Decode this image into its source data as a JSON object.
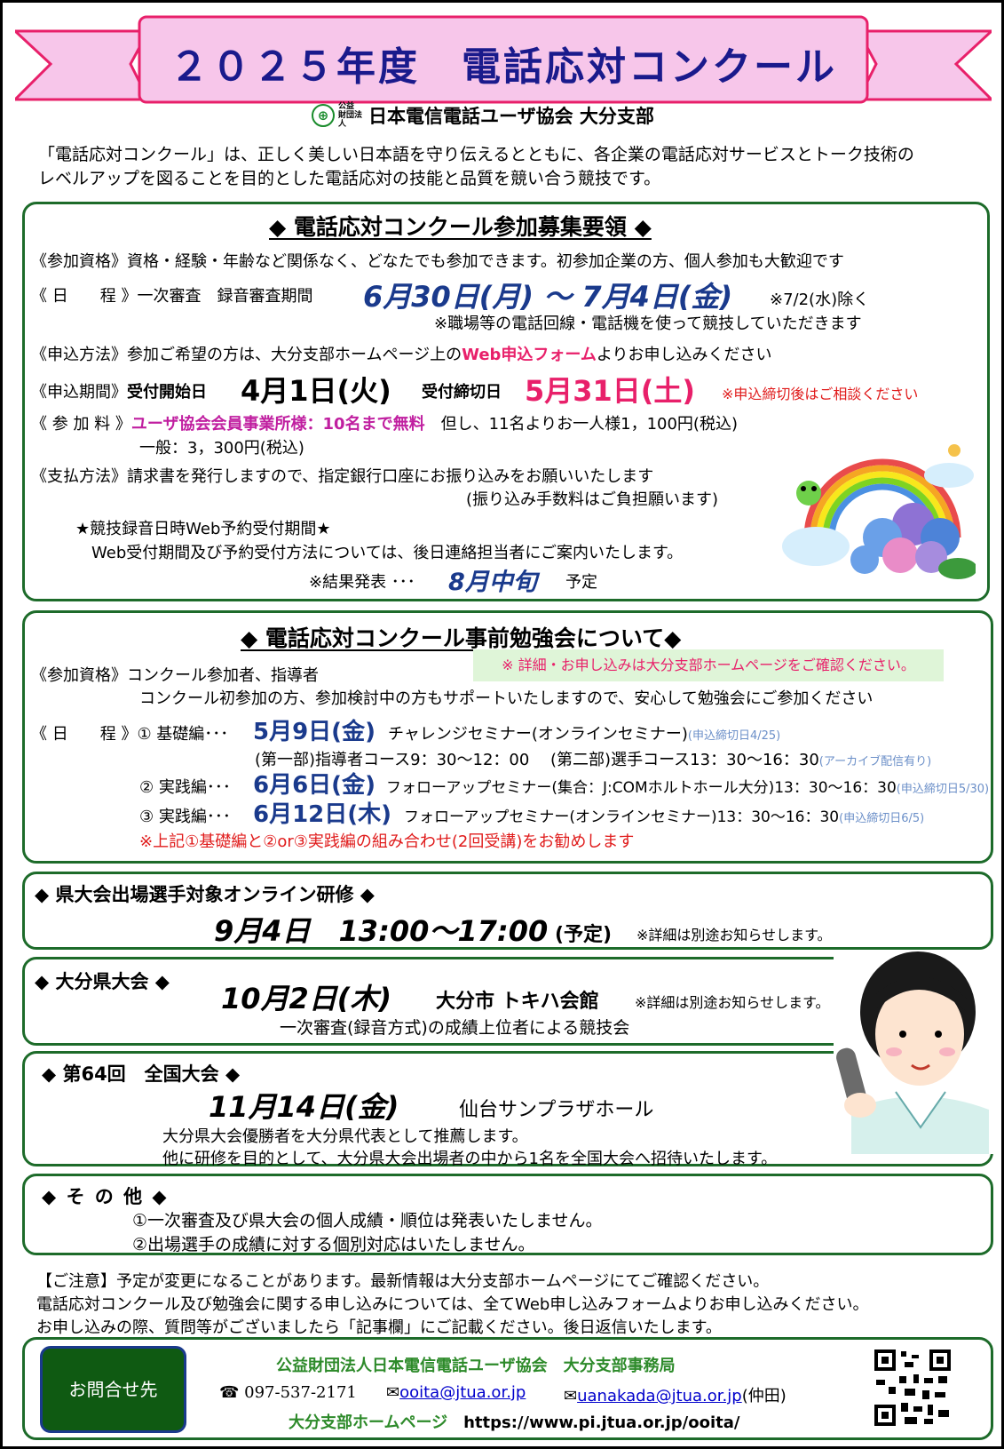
{
  "header": {
    "title": "２０２５年度　電話応対コンクール",
    "org_prefix_top": "公益",
    "org_prefix_bottom": "財団法人",
    "org_name": "日本電信電話ユーザ協会 大分支部"
  },
  "intro": {
    "line1": "「電話応対コンクール」は、正しく美しい日本語を守り伝えるとともに、各企業の電話応対サービスとトーク技術の",
    "line2": "レベルアップを図ることを目的とした電話応対の技能と品質を競い合う競技です。"
  },
  "recruit": {
    "title": "◆ 電話応対コンクール参加募集要領 ◆",
    "eligibility_label": "《参加資格》",
    "eligibility_text": "資格・経験・年齢など関係なく、どなたでも参加できます。初参加企業の方、個人参加も大歓迎です",
    "schedule_label": "《 日　　程 》",
    "schedule_text": "一次審査　録音審査期間",
    "schedule_dates": "6月30日(月) ～ 7月4日(金)",
    "schedule_except": "※7/2(水)除く",
    "schedule_note": "※職場等の電話回線・電話機を使って競技していただきます",
    "method_label": "《申込方法》",
    "method_pre": "参加ご希望の方は、大分支部ホームページ上の",
    "method_link": "Web申込フォーム",
    "method_post": "よりお申し込みください",
    "period_label": "《申込期間》",
    "period_start_label": "受付開始日",
    "period_start": "4月1日(火)",
    "period_end_label": "受付締切日",
    "period_end": "5月31日(土)",
    "period_note": "※申込締切後はご相談ください",
    "fee_label": "《 参 加 料 》",
    "fee_member": "ユーザ協会会員事業所様：10名まで無料",
    "fee_member_extra": "但し、11名よりお一人様1，100円(税込)",
    "fee_general": "一般：3，300円(税込)",
    "payment_label": "《支払方法》",
    "payment_text": "請求書を発行しますので、指定銀行口座にお振り込みをお願いいたします",
    "payment_note": "(振り込み手数料はご負担願います)",
    "reserve_title": "★競技録音日時Web予約受付期間★",
    "reserve_text": "Web受付期間及び予約受付方法については、後日連絡担当者にご案内いたします。",
    "result_label": "※結果発表 ･･･",
    "result_date": "8月中旬",
    "result_suffix": "予定"
  },
  "study": {
    "title": "◆ 電話応対コンクール事前勉強会について◆",
    "notice": "※ 詳細・お申し込みは大分支部ホームページをご確認ください。",
    "eligibility_label": "《参加資格》",
    "eligibility_text": "コンクール参加者、指導者",
    "eligibility_text2": "コンクール初参加の方、参加検討中の方もサポートいたしますので、安心して勉強会にご参加ください",
    "schedule_label": "《 日　　程 》",
    "s1_prefix": "① 基礎編･･･",
    "s1_date": "5月9日(金)",
    "s1_text": "チャレンジセミナー(オンラインセミナー)",
    "s1_deadline": "(申込締切日4/25)",
    "s1_sub": "(第一部)指導者コース9：30～12：00　 (第二部)選手コース13：30～16：30",
    "s1_archive": "(アーカイブ配信有り)",
    "s2_prefix": "② 実践編･･･",
    "s2_date": "6月6日(金)",
    "s2_text": "フォローアップセミナー(集合：J:COMホルトホール大分)13：30～16：30",
    "s2_deadline": "(申込締切日5/30)",
    "s3_prefix": "③ 実践編･･･",
    "s3_date": "6月12日(木)",
    "s3_text": "フォローアップセミナー(オンラインセミナー)13：30～16：30",
    "s3_deadline": "(申込締切日6/5)",
    "recommend": "※上記①基礎編と②or③実践編の組み合わせ(2回受講)をお勧めします"
  },
  "online": {
    "title": "◆ 県大会出場選手対象オンライン研修 ◆",
    "date": "9月4日　13:00～17:00",
    "date_suffix": "(予定)",
    "note": "※詳細は別途お知らせします。"
  },
  "prefectural": {
    "title": "◆ 大分県大会 ◆",
    "date": "10月2日(木)",
    "venue": "大分市 トキハ会館",
    "note": "※詳細は別途お知らせします。",
    "desc": "一次審査(録音方式)の成績上位者による競技会"
  },
  "national": {
    "title": "◆ 第64回　全国大会 ◆",
    "date": "11月14日(金)",
    "venue": "仙台サンプラザホール",
    "desc1": "大分県大会優勝者を大分県代表として推薦します。",
    "desc2": "他に研修を目的として、大分県大会出場者の中から1名を全国大会へ招待いたします。"
  },
  "other": {
    "title": "◆ そ の 他 ◆",
    "item1": "①一次審査及び県大会の個人成績・順位は発表いたしません。",
    "item2": "②出場選手の成績に対する個別対応はいたしません。"
  },
  "caution": {
    "line1": "【ご注意】予定が変更になることがあります。最新情報は大分支部ホームページにてご確認ください。",
    "line2": "電話応対コンクール及び勉強会に関する申し込みについては、全てWeb申し込みフォームよりお申し込みください。",
    "line3": "お申し込みの際、質問等がございましたら「記事欄」にご記載ください。後日返信いたします。"
  },
  "contact": {
    "button": "お問合せ先",
    "office": "公益財団法人日本電信電話ユーザ協会　大分支部事務局",
    "phone": "097-537-2171",
    "email1": "ooita@jtua.or.jp",
    "email2": "uanakada@jtua.or.jp",
    "email2_person": "(仲田)",
    "hp_label": "大分支部ホームページ",
    "hp_url": "https://www.pi.jtua.or.jp/ooita/"
  },
  "colors": {
    "banner_fill": "#f7c6ea",
    "banner_stroke": "#e8206a",
    "title_blue": "#1a1a8c",
    "box_green": "#1d6b2a",
    "accent_pink": "#e8206a"
  }
}
